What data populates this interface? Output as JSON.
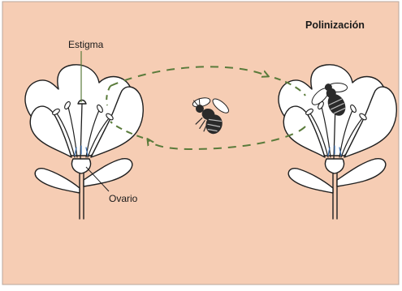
{
  "diagram": {
    "title": "Polinización",
    "labels": {
      "stigma": "Estigma",
      "ovary": "Ovario"
    },
    "colors": {
      "panel_background": "#f6cdb4",
      "panel_border": "#b8a79c",
      "line": "#1f1f1f",
      "arrow": "#5a7b3b",
      "pollen_highlight": "#3a6fb0",
      "bee_body": "#2a2a2a"
    },
    "flowers": [
      "left-flower",
      "right-flower"
    ],
    "arrows": [
      "top-arrow-left-to-right",
      "bottom-arrow-right-to-left"
    ]
  }
}
